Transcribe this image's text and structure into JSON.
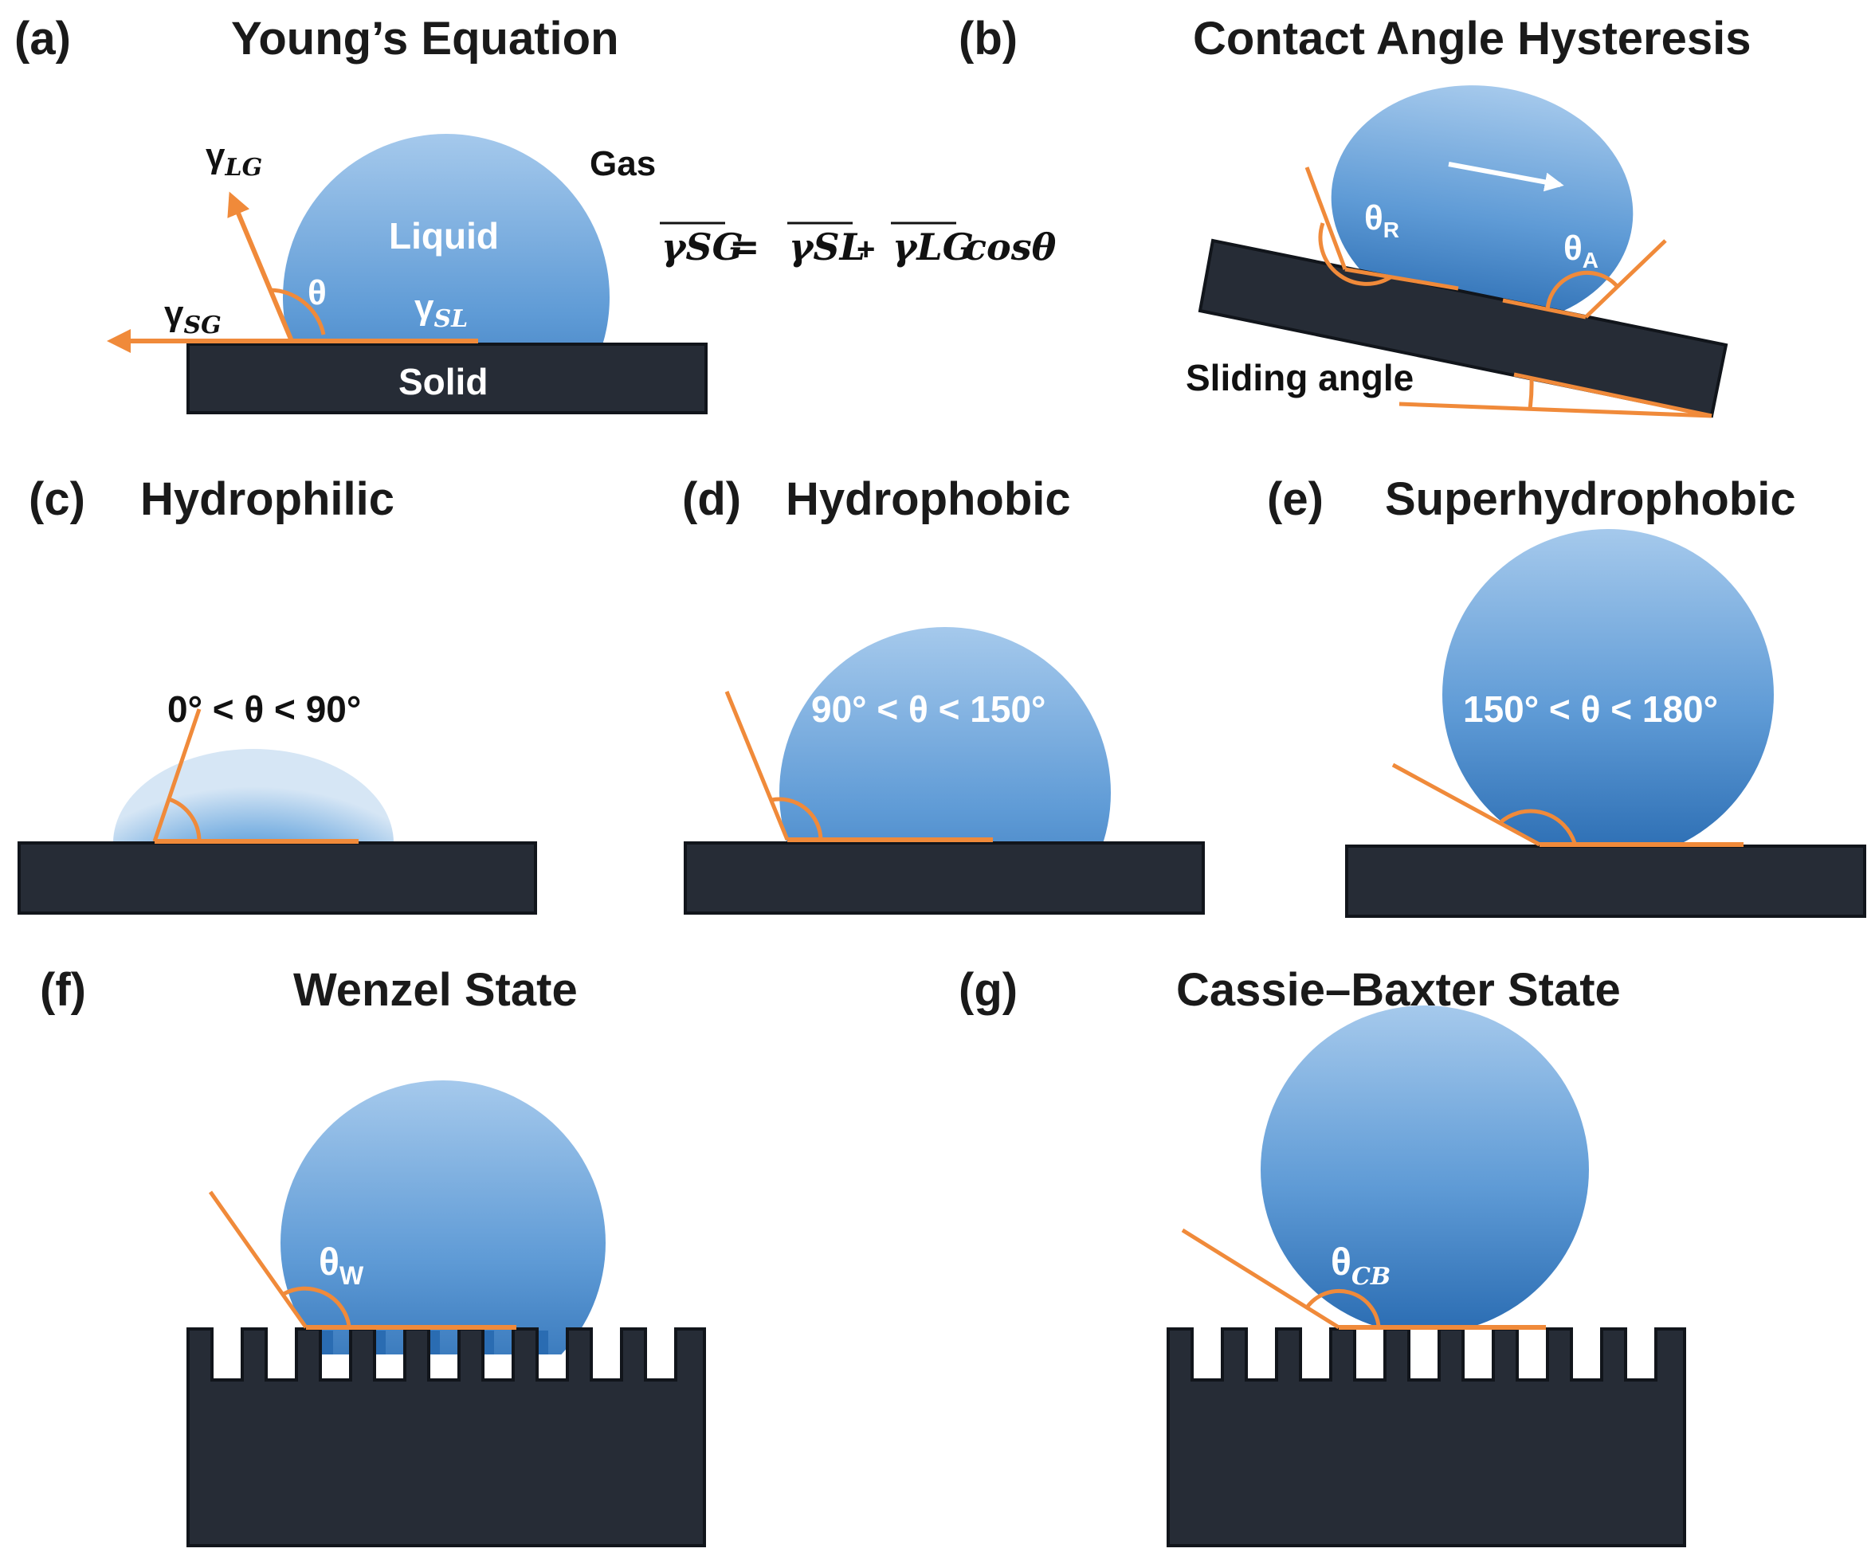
{
  "colors": {
    "substrate": "#262c36",
    "substrate_edge": "#11151b",
    "orange": "#f08a3a",
    "drop_light": "#a5c9ec",
    "drop_dark": "#2a6cb2",
    "arrow_white": "#ffffff"
  },
  "panels": {
    "a": {
      "letter": "(a)",
      "title": "Young’s Equation",
      "liquid": "Liquid",
      "gas": "Gas",
      "solid": "Solid",
      "theta": "θ",
      "gamma_lg": "γ",
      "gamma_lg_sub": "LG",
      "gamma_sg": "γ",
      "gamma_sg_sub": "SG",
      "gamma_sl": "γ",
      "gamma_sl_sub": "SL",
      "equation": {
        "lhs": "γSG",
        "eq": " = ",
        "t1": "γSL",
        "plus": "+ ",
        "t2": "γLG",
        "tail": "cosθ"
      }
    },
    "b": {
      "letter": "(b)",
      "title": "Contact Angle Hysteresis",
      "theta_r": "θ",
      "theta_r_sub": "R",
      "theta_a": "θ",
      "theta_a_sub": "A",
      "sliding": "Sliding angle"
    },
    "c": {
      "letter": "(c)",
      "title": "Hydrophilic",
      "range": "0° < θ < 90°"
    },
    "d": {
      "letter": "(d)",
      "title": "Hydrophobic",
      "range": "90° < θ < 150°"
    },
    "e": {
      "letter": "(e)",
      "title": "Superhydrophobic",
      "range": "150° < θ < 180°"
    },
    "f": {
      "letter": "(f)",
      "title": "Wenzel State",
      "theta": "θ",
      "theta_sub": "W"
    },
    "g": {
      "letter": "(g)",
      "title": "Cassie–Baxter State",
      "theta": "θ",
      "theta_sub": "CB"
    }
  }
}
